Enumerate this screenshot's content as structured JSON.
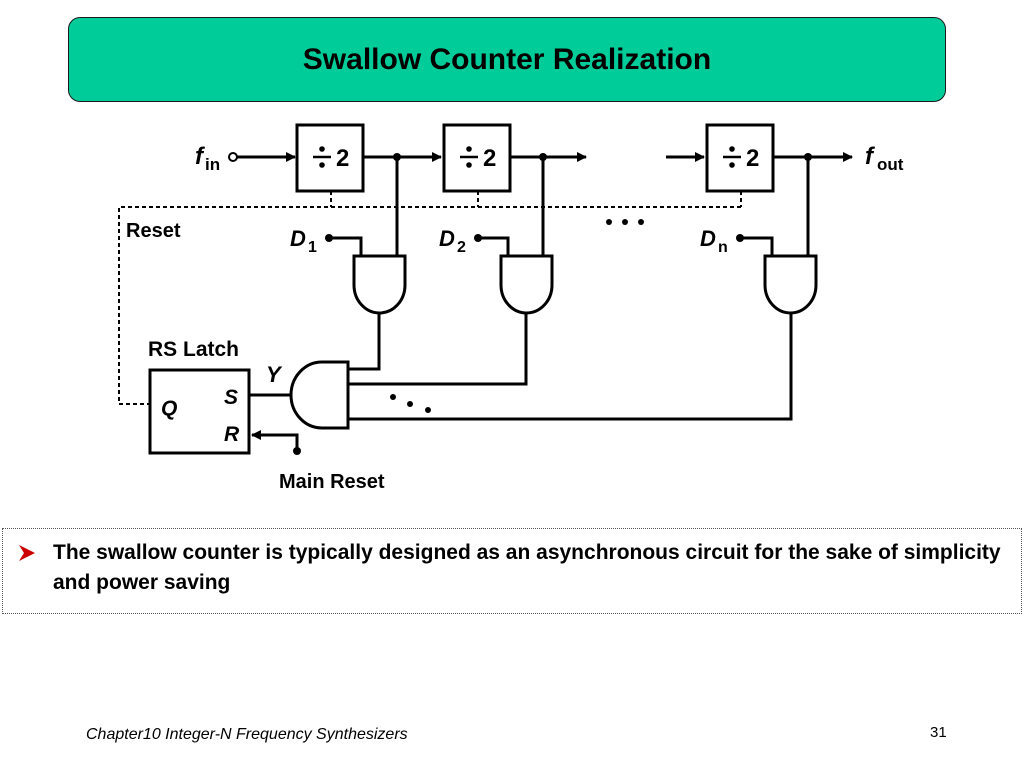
{
  "slide": {
    "title": "Swallow Counter Realization",
    "page_number": "31",
    "footer": "Chapter10 Integer-N Frequency Synthesizers",
    "accent_color": "#00cc99",
    "bullet_arrow_color": "#cc0000"
  },
  "diagram": {
    "input_label": "f",
    "input_sub": "in",
    "output_label": "f",
    "output_sub": "out",
    "divider_label": "2",
    "reset_label": "Reset",
    "latch_title": "RS Latch",
    "latch_q": "Q",
    "latch_s": "S",
    "latch_r": "R",
    "y_label": "Y",
    "main_reset_label": "Main Reset",
    "d_label": "D",
    "d_subs": [
      "1",
      "2",
      "n"
    ]
  },
  "bullets": [
    "The swallow counter is typically designed as an asynchronous circuit for the sake of simplicity and power saving"
  ]
}
